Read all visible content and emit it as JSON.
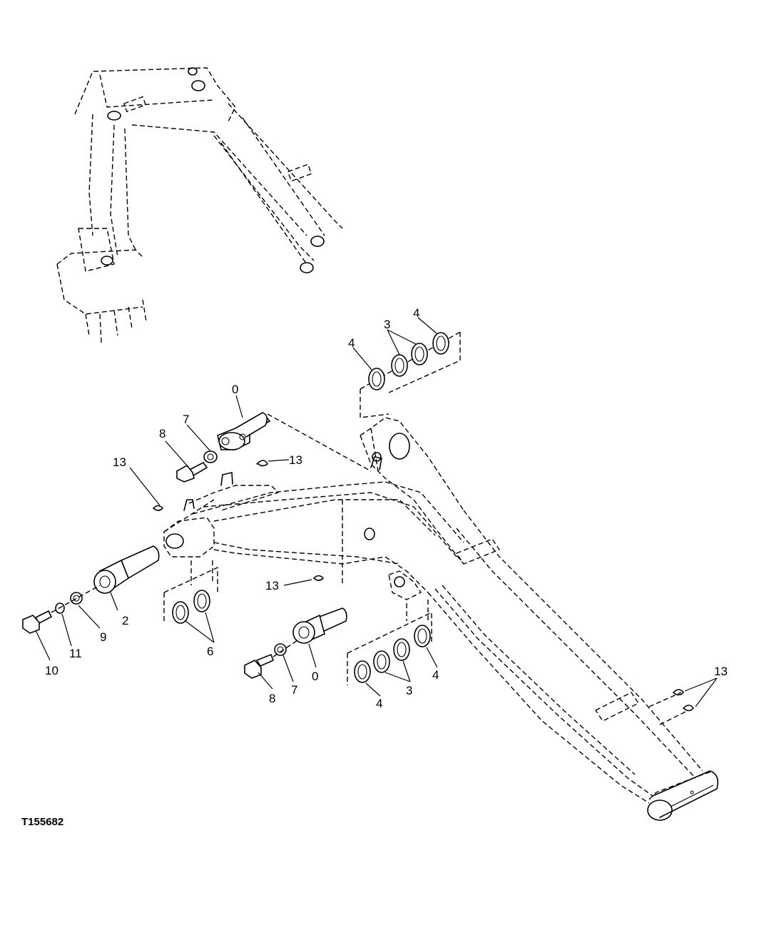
{
  "figure_id": "T155682",
  "callouts": {
    "pin_top": "0",
    "pin_bottom": "0",
    "bushing_left": "2",
    "shim_top": "3",
    "shim_bottom": "3",
    "washer_top_left": "4",
    "washer_top_right": "4",
    "washer_bottom_left": "4",
    "washer_bottom_right": "4",
    "washers_left": "6",
    "washer7_top": "7",
    "washer7_bottom": "7",
    "bolt8_top": "8",
    "bolt8_bottom": "8",
    "washer9": "9",
    "bolt10": "10",
    "washer11": "11",
    "clip13_left": "13",
    "clip13_right": "13",
    "clip13_center": "13",
    "clip13_far": "13"
  }
}
